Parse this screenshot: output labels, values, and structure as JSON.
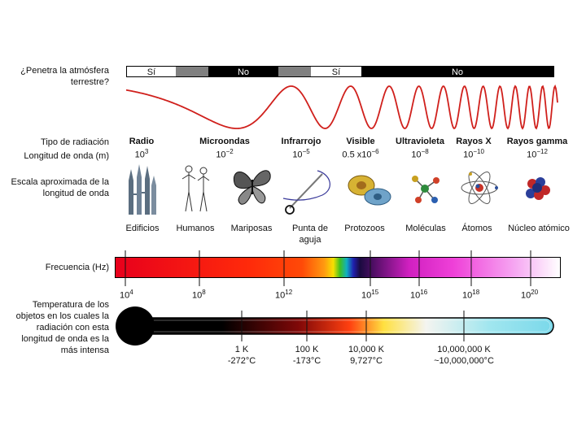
{
  "labels": {
    "atmosphere": "¿Penetra la atmósfera terrestre?",
    "radiation_type": "Tipo de radiación",
    "wavelength": "Longitud de onda (m)",
    "scale": "Escala aproximada de la longitud de onda",
    "frequency": "Frecuencia (Hz)",
    "temperature": "Temperatura de los objetos en los cuales la radiación con esta longitud de onda es la más intensa"
  },
  "atmosphere_segments": [
    {
      "text": "Sí",
      "fill": "#ffffff",
      "color": "#111111"
    },
    {
      "text": "",
      "fill": "#808080",
      "color": "#ffffff"
    },
    {
      "text": "No",
      "fill": "#000000",
      "color": "#ffffff"
    },
    {
      "text": "",
      "fill": "#808080",
      "color": "#ffffff"
    },
    {
      "text": "Sí",
      "fill": "#ffffff",
      "color": "#111111"
    },
    {
      "text": "No",
      "fill": "#000000",
      "color": "#ffffff"
    }
  ],
  "radiation": [
    {
      "name": "Radio",
      "wl_base": "10",
      "wl_exp": "3",
      "object": "Edificios",
      "icon": "buildings-icon"
    },
    {
      "name": "Microondas",
      "wl_base": "10",
      "wl_exp": "−2",
      "object": "Humanos",
      "icon": "humans-icon"
    },
    {
      "name": "Infrarrojo",
      "wl_base": "10",
      "wl_exp": "−5",
      "object": "Mariposas",
      "icon": "butterfly-icon"
    },
    {
      "name": "Visible",
      "wl_base": "0.5 x10",
      "wl_exp": "−6",
      "object": "Punta de aguja",
      "icon": "needle-icon"
    },
    {
      "name": "Ultravioleta",
      "wl_base": "10",
      "wl_exp": "−8",
      "object": "Protozoos",
      "icon": "protozoa-icon"
    },
    {
      "name": "Rayos X",
      "wl_base": "10",
      "wl_exp": "−10",
      "object": "Moléculas",
      "icon": "molecule-icon"
    },
    {
      "name": "Rayos gamma",
      "wl_base": "10",
      "wl_exp": "−12",
      "object": "Átomos",
      "icon": "atom-icon"
    }
  ],
  "extra_object": {
    "object": "Núcleo atómico",
    "icon": "nucleus-icon"
  },
  "frequency_ticks": [
    {
      "base": "10",
      "exp": "4"
    },
    {
      "base": "10",
      "exp": "8"
    },
    {
      "base": "10",
      "exp": "12"
    },
    {
      "base": "10",
      "exp": "15"
    },
    {
      "base": "10",
      "exp": "16"
    },
    {
      "base": "10",
      "exp": "18"
    },
    {
      "base": "10",
      "exp": "20"
    }
  ],
  "temperature_ticks": [
    {
      "line1": "1 K",
      "line2": "-272°C"
    },
    {
      "line1": "100 K",
      "line2": "-173°C"
    },
    {
      "line1": "10,000 K",
      "line2": "9,727°C"
    },
    {
      "line1": "10,000,000 K",
      "line2": "~10,000,000°C"
    }
  ]
}
